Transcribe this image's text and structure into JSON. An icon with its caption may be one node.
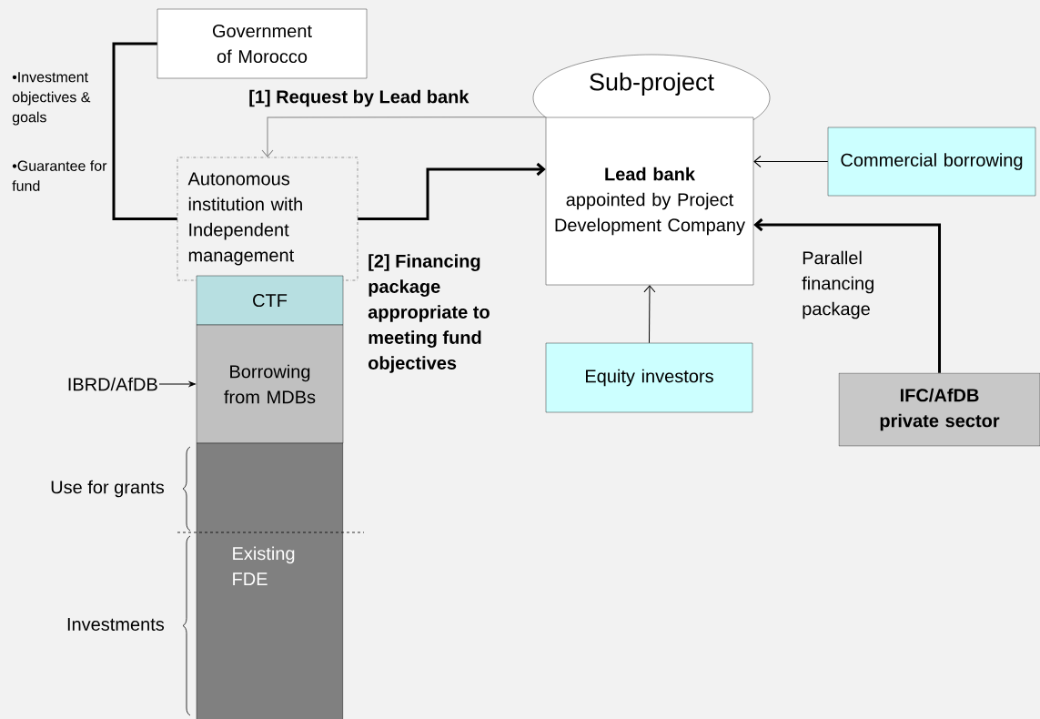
{
  "diagram": {
    "nodes": [
      {
        "text": [
          "Government of Morocco"
        ]
      },
      {
        "text": [
          "Autonomous institution with Independent management"
        ]
      },
      {
        "text": [
          "Sub-project"
        ]
      },
      {
        "text": [
          "**Lead bank** appointed by Project Development Company"
        ]
      },
      {
        "text": [
          "Commercial borrowing"
        ]
      },
      {
        "text": [
          "Equity investors"
        ]
      },
      {
        "text": [
          "IFC/AfDB private sector"
        ]
      },
      {
        "text": [
          "CTF"
        ]
      },
      {
        "text": [
          "Borrowing from MDBs"
        ]
      },
      {
        "text": [
          "Existing FDE"
        ]
      },
      {
        "text": [
          "IBRD/AfDB"
        ]
      }
    ],
    "edges": [
      {
        "from": 0,
        "to": 1,
        "arrow": "none",
        "style": "thick"
      },
      {
        "from": 1,
        "to": 3,
        "arrow": "to",
        "style": "thick"
      },
      {
        "from": 3,
        "to": 1,
        "arrow": "to",
        "label": "[1] Request by Lead bank",
        "color": "#808080"
      },
      {
        "from": 4,
        "to": 3,
        "arrow": "to"
      },
      {
        "from": 5,
        "to": 3,
        "arrow": "to"
      },
      {
        "from": 6,
        "to": 3,
        "arrow": "to",
        "style": "thick",
        "label": "Parallel financing package"
      },
      {
        "from": 10,
        "to": 8,
        "arrow": "to"
      }
    ],
    "labels": [
      "•Investment objectives & goals",
      "•Guarantee for fund",
      "[2] Financing package appropriate to meeting fund objectives",
      "Use for grants",
      "Investments"
    ]
  }
}
